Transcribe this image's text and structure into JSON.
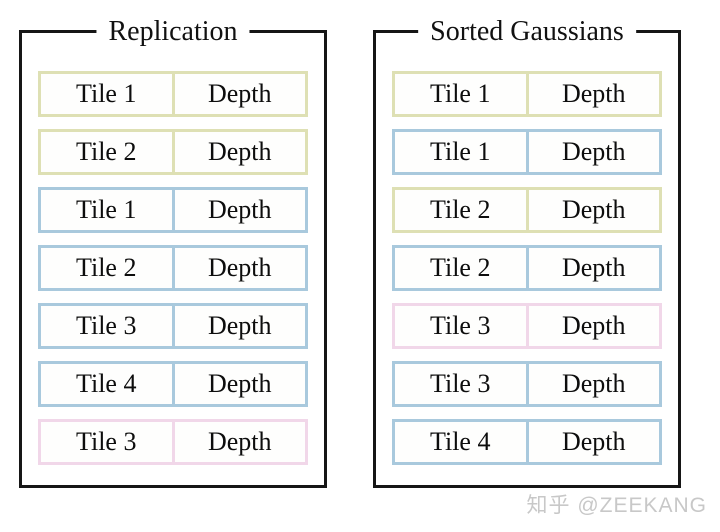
{
  "figure": {
    "panels": [
      {
        "title": "Replication",
        "rows": [
          {
            "tile": "Tile 1",
            "depth": "Depth",
            "color": "green"
          },
          {
            "tile": "Tile 2",
            "depth": "Depth",
            "color": "green"
          },
          {
            "tile": "Tile 1",
            "depth": "Depth",
            "color": "blue"
          },
          {
            "tile": "Tile 2",
            "depth": "Depth",
            "color": "blue"
          },
          {
            "tile": "Tile 3",
            "depth": "Depth",
            "color": "blue"
          },
          {
            "tile": "Tile 4",
            "depth": "Depth",
            "color": "blue"
          },
          {
            "tile": "Tile 3",
            "depth": "Depth",
            "color": "pink"
          }
        ]
      },
      {
        "title": "Sorted Gaussians",
        "rows": [
          {
            "tile": "Tile 1",
            "depth": "Depth",
            "color": "green"
          },
          {
            "tile": "Tile 1",
            "depth": "Depth",
            "color": "blue"
          },
          {
            "tile": "Tile 2",
            "depth": "Depth",
            "color": "green"
          },
          {
            "tile": "Tile 2",
            "depth": "Depth",
            "color": "blue"
          },
          {
            "tile": "Tile 3",
            "depth": "Depth",
            "color": "pink"
          },
          {
            "tile": "Tile 3",
            "depth": "Depth",
            "color": "blue"
          },
          {
            "tile": "Tile 4",
            "depth": "Depth",
            "color": "blue"
          }
        ]
      }
    ],
    "frame_colors": {
      "green": "#dee0b4",
      "blue": "#a9c9dd",
      "pink": "#f1d7e9"
    },
    "panel_border_color": "#161616",
    "watermark": "知乎 @ZEEKANG"
  }
}
